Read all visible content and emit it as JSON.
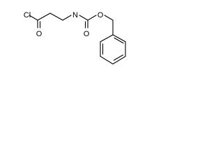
{
  "molecule": {
    "atoms": {
      "chlorine": "Cl",
      "carbonyl_oxygen_acyl": "O",
      "amide_nitrogen": "N",
      "ester_oxygen": "O",
      "carbonyl_oxygen_carbamate": "O"
    },
    "colors": {
      "bond": "#000000",
      "label": "#000000",
      "background": "#ffffff"
    }
  }
}
